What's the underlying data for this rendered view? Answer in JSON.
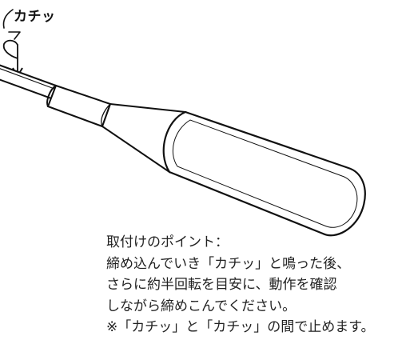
{
  "callout": {
    "sound": "カチッ"
  },
  "tips": {
    "heading": "取付けのポイント：",
    "lines": [
      "締め込んでいき「カチッ」と鳴った後、",
      "さらに約半回転を目安に、動作を確認",
      "しながら締めこんでください。",
      "※「カチッ」と「カチッ」の間で止めます。"
    ]
  },
  "colors": {
    "line": "#111111",
    "text": "#222222",
    "background": "#ffffff"
  },
  "icons": [
    "click-sound-mark-icon",
    "rotation-arrow-icon"
  ]
}
